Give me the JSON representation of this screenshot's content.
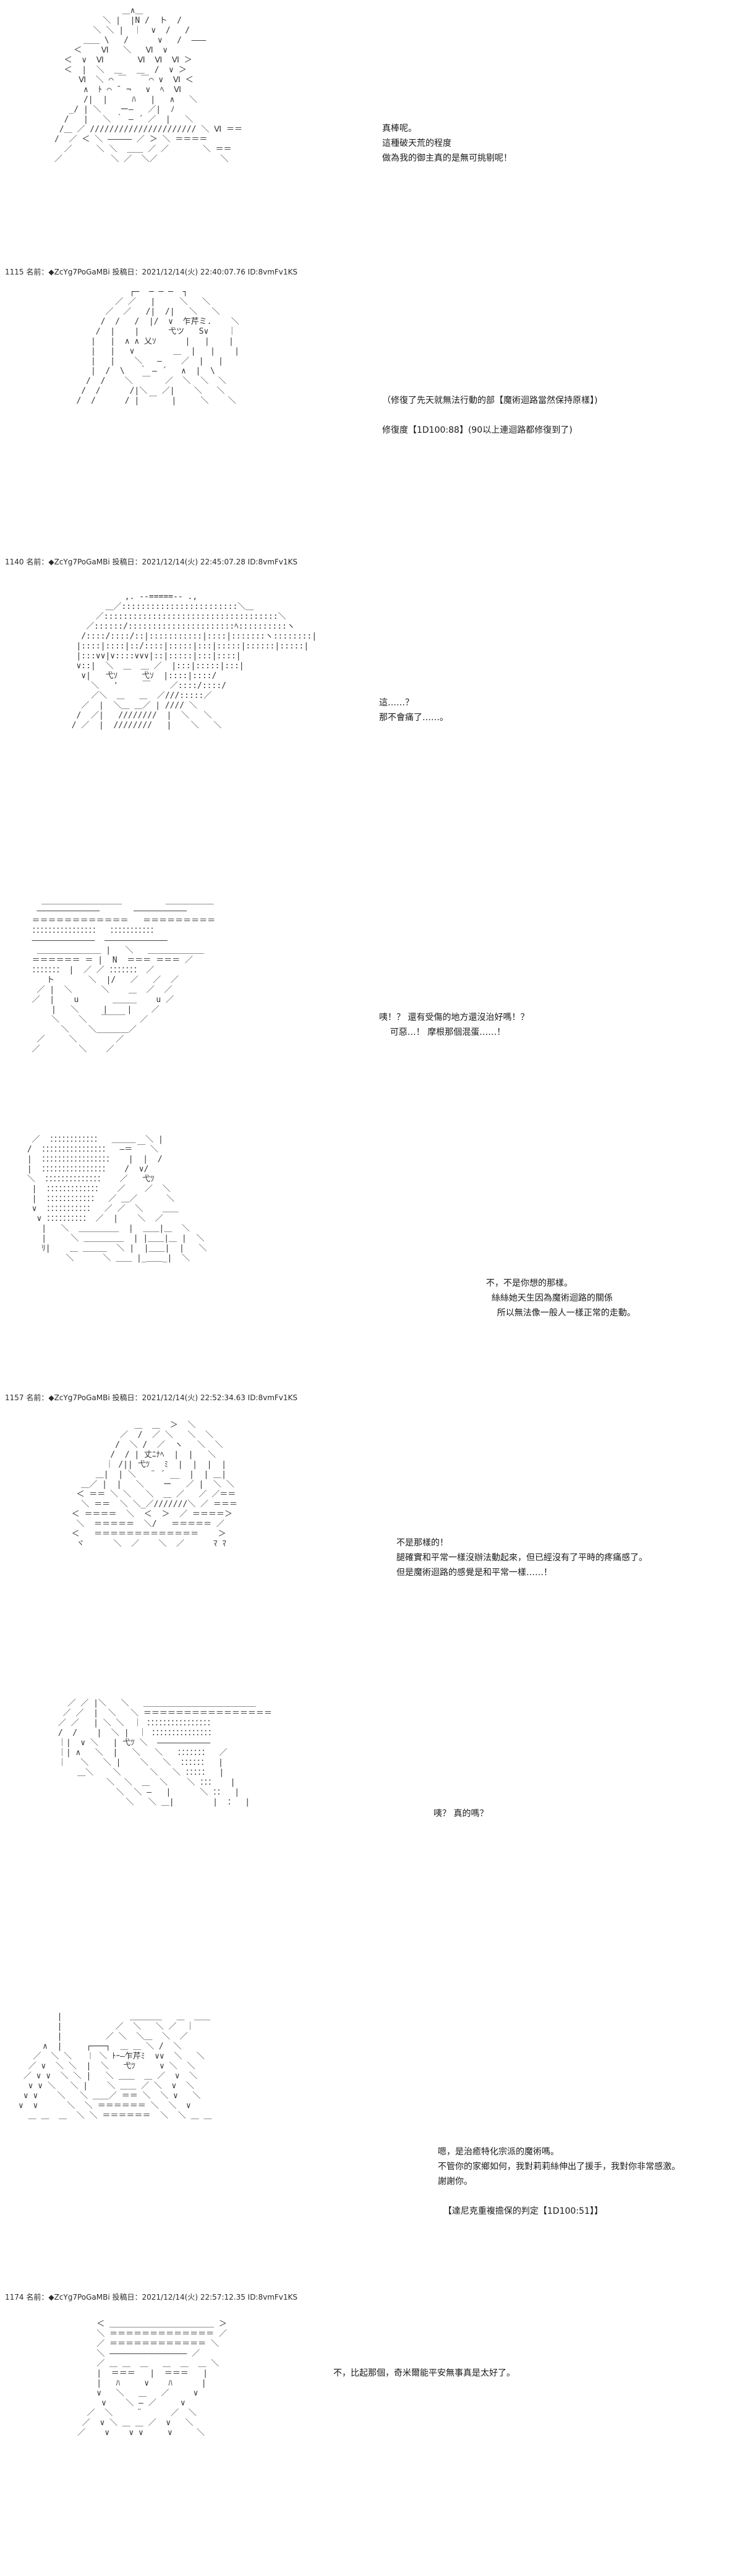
{
  "posts": [
    {
      "header": "",
      "dialogue": "真棒呢。\n這種破天荒的程度\n做為我的御主真的是無可挑剔呢！",
      "art": "              ＿∧＿\n          ＼ |  |N /  ト  /\n        ＼ ＼ |  ｜  ∨  /   /\n      ＿＿ \\   /      ∨   /  ―――\n    ＜    Ⅵ   ＼   Ⅵ  ∨\n  ＜  ∨  Ⅵ       Ⅵ  Ⅵ  Ⅵ ＞\n  ＜  |  ＼  ＿   ＿  /  ∨ ＞\n     Ⅵ  ＼ ⌒ ￣   ￣⌒ ∨  Ⅵ ＜\n      ∧  ﾄ ⌒ ¯ ¬   ∨  ﾍ  Ⅵ\n      /|  |     ﾊ   |   ∧   ＼\n   _/ | ＼    ー―   ／|  ﾉ\n  /   |   ＼ ｀ ― ´ ／  |   ＼\n /＿ ／ ////////////////////// ＼ Ⅵ ＝＝\n/  ／ ＜ ＼ ――――― ／ ＞ ＼ ＝＝＝＝\n  ／     ＼ ＼  ＿＿ ／ ／       ＼ ＝＝\n／          ＼ ／  ＼／             ＼"
    },
    {
      "header": "1115 名前：◆ZcYg7PoGaMBi 投稿日：2021/12/14(火) 22:40:07.76 ID:8vmFv1KS",
      "dialogue": "（修復了先天就無法行動的部【魔術迴路當然保持原樣】)\n\n修復度【1D100:88】(90以上連迴路都修復到了)",
      "art": "              ┌─  ─ ─ ─  ┐\n           ／ ／   |     ＼   ＼\n         ／  ／   /|  /|   ＼   ＼\n        /  /   /  |/  ∨  乍芹ミ.    ＼\n       /  |    |      弋ツ   S∨    ｜\n      |   |  ∧ ∧ 乂ｿ      |   |    |\n      |   |   ∨        ＿  |   |    |\n      |   |    ＼   ―    ／  |   |\n      |  /  \\   ｀ ― ´   ∧  |  \\\n     /  /    ＼  ￣   ／  ＼  ＼  ＼\n    /  /      /|＼   ／|    ＼   ＼\n   /  /      / |  ￣   |     ＼    ＼"
    },
    {
      "header": "1140 名前：◆ZcYg7PoGaMBi 投稿日：2021/12/14(火) 22:45:07.28 ID:8vmFv1KS",
      "dialogue": "這……？\n那不會痛了……。",
      "art": "             ,. -‐=====‐- .,\n         ＿／::::::::::::::::::::::::＼＿\n       ／::::::::::::::::::::::::::::::::::::＼\n     ／::::::/::::::::::::::::::::::ﾍ::::::::::ヽ\n    /::::/::::/::|:::::::::::|::::|:::::::ヽ::::::::|\n   |::::|::::|::/::::|:::::|:::|:::::|::::::|:::::|\n   |:::∨∨|∨::::∨∨∨|::|:::::|:::|::::|\n   ∨::|  ＼  ＿  ＿ ／  |:::|:::::|:::|\n    ∨|   弋ｿ     弋ｿ  |::::|::::/\n      ＼   '     ￣    ／::::/::::/\n      ／＼  ＿   ＿  ／///:::::／\n    ／  |  ＼＿ ＿／ | //// ＼\n   /  ／|   ////////  |  ＼   ＼\n  / ／  |  ////////   |    ＼   ＼"
    },
    {
      "header": "",
      "dialogue": "咦！？ 還有受傷的地方還沒治好嗎！？\n    可惡…！ 摩根那個混蛋……！",
      "art": "    ＿＿＿＿＿＿＿＿＿＿         ＿＿＿＿＿＿\n   ―――――――――――――       ―――――――――――\n  ＝＝＝＝＝＝＝＝＝＝＝＝   ＝＝＝＝＝＝＝＝＝\n  ：：：：：：：：：：：：：：：：  ：：：：：：：：：：：\n  ―――――――――――――  ―――――――――――――\n   ＿＿＿＿＿＿＿＿ |   ＼   ＿＿＿＿＿＿＿\n  ＝＝＝＝＝＝ ＝ |  N  ＝＝＝ ＝＝＝ ／\n  ：：：：：：： |  ／ ／ ：：：：：：： ／\n     ト       ＼  |/   ／   ／  ／\n   ／ |  ＼      ＼    ＿  ／  ／\n  ／  |    u       ＿＿＿    u ／\n      |   ＼     |    |    ／\n      ＼    ＼   ￣￣￣   ／\n        ＼    ＼＿＿＿＿／\n   ／     ＼        ／\n  ／        ＼    ／"
    },
    {
      "header": "",
      "dialogue": "不，不是你想的那樣。\n  絲絲她天生因為魔術迴路的關係\n    所以無法像一般人一樣正常的走動。",
      "art": "  ／  ：：：：：：：：：：：：  ＿＿＿  ＼ |\n /  ：：：：：：：：：：：：：：：：  ―＝ ￣ ＼\n |  ：：：：：：：：：：：：：：：：：   |  |  /\n |  ：：：：：：：：：：：：：：：：   /  ∨/\n ＼  ：：：：：：：：：：：：：：   ／   弋ﾂ\n  |  ：：：：：：：：：：：：：   ／    ／  ＼\n  |  ：：：：：：：：：：：：  ／ ＿／      ＼\n  ∨  ：：：：：：：：：：：  ／ ／  ＼    ＿＿\n   ∨ ：：：：：：：：：： ／  |    ＼  ／\n    |   ＼  ＿＿＿＿＿  |  ＿＿|＿  ＼\n    |     ＼ ＿＿＿＿＿  | |＿＿|＿ |  ＼\n    ﾘ|    ＿ ＿＿＿  ＼ |  |＿＿|  |   ＼\n         ＼      ＼ ＿＿ |_＿＿_|  ＼"
    },
    {
      "header": "1157 名前：◆ZcYg7PoGaMBi 投稿日：2021/12/14(火) 22:52:34.63 ID:8vmFv1KS",
      "dialogue": "不是那樣的！\n腿確實和平常一樣沒辦法動起來，但已經沒有了平時的疼痛感了。\n但是魔術迴路的感覺是和平常一樣……！",
      "art": "               ＿  ＿  ＞  ＼\n            ／  /  ／ ＼   ＼  ＼\n           /  ＼ /  ／  ヽ   ＼  ＼\n          /  / | 丈ﾆﾅﾍ  |  |   ＼\n         ｜ /|| 弋ﾂ   ﾐ  |  |  |  |\n       ＿|  | ＼   ¨ ´ __  |  | ＿|\n    ＿／ |  |   ＼    ー   ／ |  ＼ ＼\n   ＜ ＝＝ ＼ ＼   ＼  ＿ ／   ／ ／＝＝\n    ＼ ＝＝  ＼ ＼_／///////＼ ／ ＝＝＝\n  ＜ ＝＝＝＝  ＼  ＜  ＞  ／ ＝＝＝＝＞\n   ＼  ＝＝＝＝＝  ＼/   ＝＝＝＝＝ ／\n  ＜   ＝＝＝＝＝＝＝＝＝＝＝＝＝    ＞\n   ヾ      ＼  ／    ＼  ／      ﾏ ﾏ"
    },
    {
      "header": "",
      "dialogue": "咦？ 真的嗎？",
      "art": "   ／ ／ |＼   ＼   ＿＿＿＿＿＿＿＿＿＿＿＿＿＿\n  ／ ／  |  ＼   ＼ ＝＝＝＝＝＝＝＝＝＝＝＝＝＝＝＝\n ／ ／   | ＼ ＼  ｜ ：：：：：：：：：：：：：：：：\n /  /    |  ＼ |  ｜ ：：：：：：：：：：：：：：：\n ｜|  ∨ ＼   | 弋ﾂ ＼  ―――――――――――\n ｜| ∧   ＼  |   ＼   ＼   ：：：：：：：  ／\n ｜   ＼   ＼ |    ＼   ＼  ：：：：：：  |\n     ＿＼    ＼      ＼   ＼ ：：：：：  |\n           ＼  ＼  ＿  ＼    ＼ ：：：   |\n             ＼  ＼ ―   |      ＼ ：：  |\n               ＼   ＼ ＿|        |  ：  |"
    },
    {
      "header": "",
      "dialogue": "嗯，是治癒特化宗派的魔術嗎。\n不管你的家鄉如何，我對莉莉絲伸出了援手，我對你非常感激。\n謝謝你。\n\n  【達尼克重複擔保的判定【1D100:51】】",
      "art": "        |              ＿＿＿＿   ＿  ＿＿\n        |           ／  ＼   ＼ ／  ｜\n        |         ／ ＼  ＼＿  ＼  ／\n     ∧  |     ┌───┐  ＿ ＿ ＼ /  ＼\n   ／  ＼ ＼   ︱ ＼ ﾄｰ―乍芹ﾐ  ∨∨  ＼   ＼\n  ／ ∨  ＼ ＼  |  ＼   弋ﾂ     ∨ ＼  ＼\n ／ ∨ ∨  ＼ ＼ |   ＼ ＿＿  ＿ ／  ∨  ＼\n  ∨ ∨ ＼   ＼ |    ＼ ＿＿ ／ ＼  ∨  ＼\n ∨ ∨    ＼   ＼ ＿＿／ ＝＝ ＼  ＼ ∨   ＼\n∨  ∨      ＼  ＼ ＝＝＝＝＝＝ ＼  ＼  ∨\n  ＿ ＿  ＿  ＼ ＼ ＝＝＝＝＝＝  ＼  ＼ ＿ ＿"
    },
    {
      "header": "1174 名前：◆ZcYg7PoGaMBi 投稿日：2021/12/14(火) 22:57:12.35 ID:8vmFv1KS",
      "dialogue": "不，比起那個，奇米爾能平安無事真是太好了。",
      "art": "          ＜ ＿＿＿＿＿＿＿＿＿＿＿＿＿ ＞\n          ＼ ＝＝＝＝＝＝＝＝＝＝＝＝＝ ／\n          ／ ＝＝＝＝＝＝＝＝＝＝＝＝ ＼\n          ＼ ―――――――――――――――― ／\n          ／ ＿ ＿  ＿   ＿  ＿  ＿ ＼\n          |  ＝＝＝   |  ＝＝＝   |\n          |   ﾊ     ∨    ﾊ      |\n          ∨   ＼   ＿   ／     ∨\n           ∨    ＼ ― ／     ∨\n        ／  ＼     ¨      ／  ＼\n       ／  ∨ ＼ ＿ ＿ ／  ∨   ＼\n      ／    ∨    ∨ ∨     ∨     ＼"
    }
  ]
}
